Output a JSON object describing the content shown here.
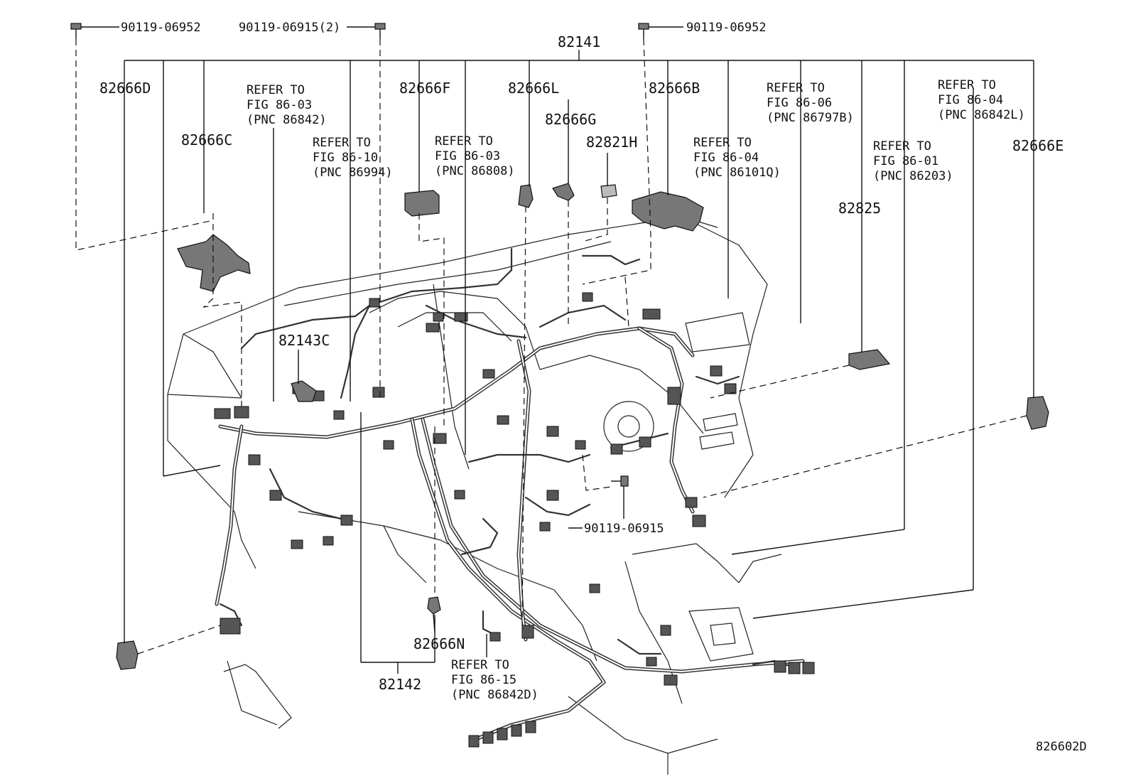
{
  "labels": {
    "bolt_left": "90119-06952",
    "bolt_mid": "90119-06915(2)",
    "bolt_right": "90119-06952",
    "main_harness": "82141",
    "p82666D": "82666D",
    "p82666C": "82666C",
    "p82666F": "82666F",
    "p82666L": "82666L",
    "p82666G": "82666G",
    "p82821H": "82821H",
    "p82666B": "82666B",
    "p82825": "82825",
    "p82666E": "82666E",
    "p82143C": "82143C",
    "p82666N": "82666N",
    "p82142": "82142",
    "bolt_lower": "90119-06915",
    "figure_code": "826602D"
  },
  "refer_notes": [
    {
      "line1": "REFER TO",
      "line2": "FIG 86-03",
      "line3": "(PNC 86842)"
    },
    {
      "line1": "REFER TO",
      "line2": "FIG 86-10",
      "line3": "(PNC 86994)"
    },
    {
      "line1": "REFER TO",
      "line2": "FIG 86-03",
      "line3": "(PNC 86808)"
    },
    {
      "line1": "REFER TO",
      "line2": "FIG 86-06",
      "line3": "(PNC 86797B)"
    },
    {
      "line1": "REFER TO",
      "line2": "FIG 86-04",
      "line3": "(PNC 86101Q)"
    },
    {
      "line1": "REFER TO",
      "line2": "FIG 86-01",
      "line3": "(PNC 86203)"
    },
    {
      "line1": "REFER TO",
      "line2": "FIG 86-04",
      "line3": "(PNC 86842L)"
    },
    {
      "line1": "REFER TO",
      "line2": "FIG 86-15",
      "line3": "(PNC 86842D)"
    }
  ]
}
